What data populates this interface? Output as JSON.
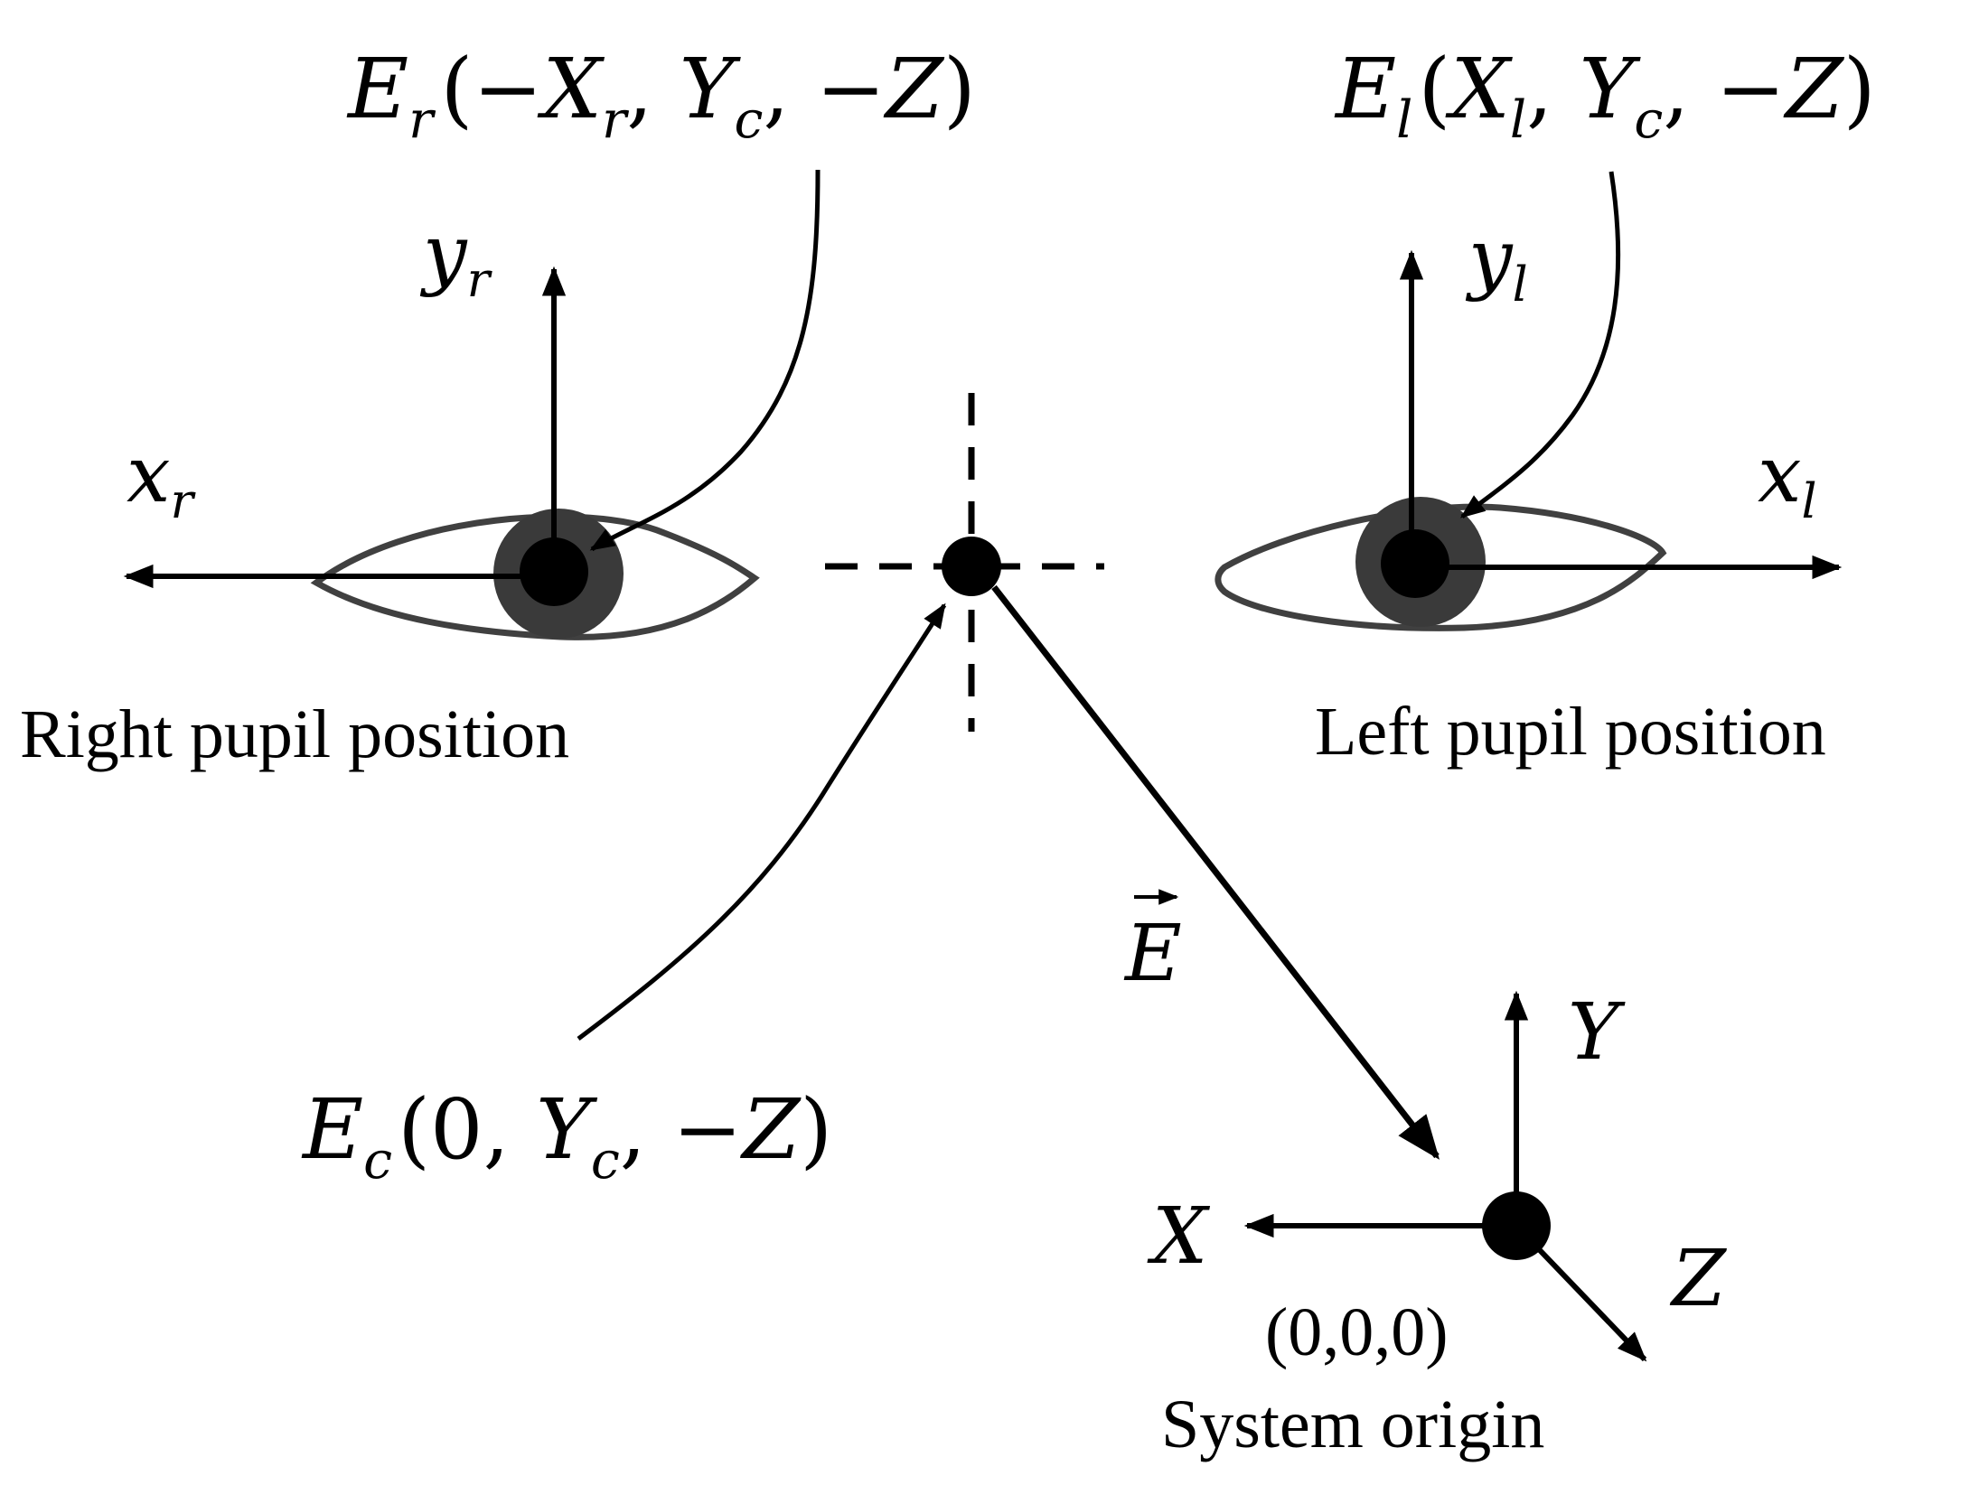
{
  "labels": {
    "right_pupil_caption": "Right pupil position",
    "left_pupil_caption": "Left pupil position",
    "system_origin_caption": "System origin",
    "origin_coords": "(0,0,0)",
    "vector_label": "E"
  },
  "points": {
    "right_eye": {
      "letter": "E",
      "sub": "r",
      "open": "(",
      "neg_x": "−",
      "x_letter": "X",
      "x_sub": "r",
      "comma1": ", ",
      "y_letter": "Y",
      "y_sub": "c",
      "comma2": ", ",
      "z_neg": "−",
      "z_letter": "Z",
      "close": ")"
    },
    "left_eye": {
      "letter": "E",
      "sub": "l",
      "open": "(",
      "x_letter": "X",
      "x_sub": "l",
      "comma1": ", ",
      "y_letter": "Y",
      "y_sub": "c",
      "comma2": ", ",
      "z_neg": "−",
      "z_letter": "Z",
      "close": ")"
    },
    "center": {
      "letter": "E",
      "sub": "c",
      "open": "(",
      "zero": "0",
      "comma1": ", ",
      "y_letter": "Y",
      "y_sub": "c",
      "comma2": ", ",
      "z_neg": "−",
      "z_letter": "Z",
      "close": ")"
    }
  },
  "axes": {
    "right_eye": {
      "x_letter": "x",
      "x_sub": "r",
      "y_letter": "y",
      "y_sub": "r"
    },
    "left_eye": {
      "x_letter": "x",
      "x_sub": "l",
      "y_letter": "y",
      "y_sub": "l"
    },
    "system": {
      "x": "X",
      "y": "Y",
      "z": "Z"
    }
  },
  "colors": {
    "ink": "#000000",
    "eye_outline": "#404040",
    "iris": "#3a3a3a"
  }
}
